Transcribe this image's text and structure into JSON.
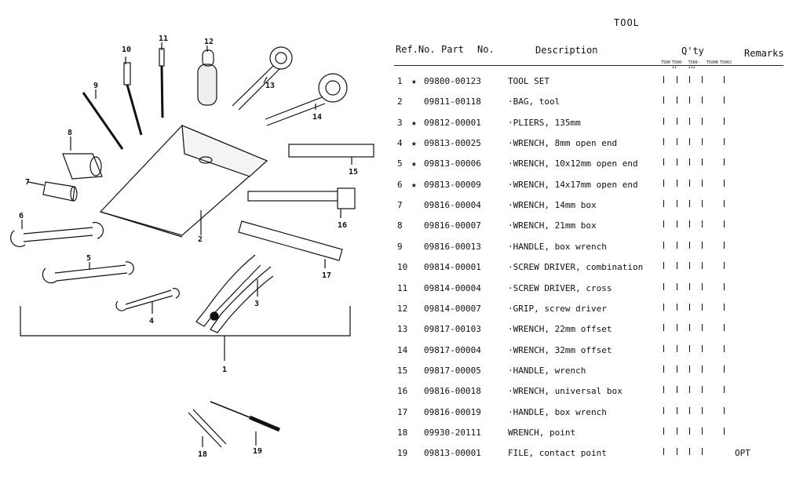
{
  "page": {
    "title": "TOOL"
  },
  "table": {
    "headers": {
      "ref": "Ref.No.",
      "part": "Part",
      "no": "No.",
      "description": "Description",
      "qty": "Q'ty",
      "remarks": "Remarks"
    },
    "models": [
      "T500",
      "T500-II",
      "T500-III",
      "T500R",
      "T500J"
    ],
    "rows": [
      {
        "ref": "1",
        "star": "★",
        "part": "09800-00123",
        "desc": "TOOL SET",
        "qty": [
          1,
          1,
          1,
          1,
          1
        ],
        "remarks": ""
      },
      {
        "ref": "2",
        "star": "",
        "part": "09811-00118",
        "desc": "·BAG, tool",
        "qty": [
          1,
          1,
          1,
          1,
          1
        ],
        "remarks": ""
      },
      {
        "ref": "3",
        "star": "★",
        "part": "09812-00001",
        "desc": "·PLIERS, 135mm",
        "qty": [
          1,
          1,
          1,
          1,
          1
        ],
        "remarks": ""
      },
      {
        "ref": "4",
        "star": "★",
        "part": "09813-00025",
        "desc": "·WRENCH, 8mm open end",
        "qty": [
          1,
          1,
          1,
          1,
          1
        ],
        "remarks": ""
      },
      {
        "ref": "5",
        "star": "★",
        "part": "09813-00006",
        "desc": "·WRENCH, 10x12mm open end",
        "qty": [
          1,
          1,
          1,
          1,
          1
        ],
        "remarks": ""
      },
      {
        "ref": "6",
        "star": "★",
        "part": "09813-00009",
        "desc": "·WRENCH, 14x17mm open end",
        "qty": [
          1,
          1,
          1,
          1,
          1
        ],
        "remarks": ""
      },
      {
        "ref": "7",
        "star": "",
        "part": "09816-00004",
        "desc": "·WRENCH, 14mm box",
        "qty": [
          1,
          1,
          1,
          1,
          1
        ],
        "remarks": ""
      },
      {
        "ref": "8",
        "star": "",
        "part": "09816-00007",
        "desc": "·WRENCH, 21mm box",
        "qty": [
          1,
          1,
          1,
          1,
          1
        ],
        "remarks": ""
      },
      {
        "ref": "9",
        "star": "",
        "part": "09816-00013",
        "desc": "·HANDLE, box wrench",
        "qty": [
          1,
          1,
          1,
          1,
          1
        ],
        "remarks": ""
      },
      {
        "ref": "10",
        "star": "",
        "part": "09814-00001",
        "desc": "·SCREW DRIVER, combination",
        "qty": [
          1,
          1,
          1,
          1,
          1
        ],
        "remarks": ""
      },
      {
        "ref": "11",
        "star": "",
        "part": "09814-00004",
        "desc": "·SCREW DRIVER, cross",
        "qty": [
          1,
          1,
          1,
          1,
          1
        ],
        "remarks": ""
      },
      {
        "ref": "12",
        "star": "",
        "part": "09814-00007",
        "desc": "·GRIP, screw driver",
        "qty": [
          1,
          1,
          1,
          1,
          1
        ],
        "remarks": ""
      },
      {
        "ref": "13",
        "star": "",
        "part": "09817-00103",
        "desc": "·WRENCH, 22mm offset",
        "qty": [
          1,
          1,
          1,
          1,
          1
        ],
        "remarks": ""
      },
      {
        "ref": "14",
        "star": "",
        "part": "09817-00004",
        "desc": "·WRENCH, 32mm offset",
        "qty": [
          1,
          1,
          1,
          1,
          1
        ],
        "remarks": ""
      },
      {
        "ref": "15",
        "star": "",
        "part": "09817-00005",
        "desc": "·HANDLE, wrench",
        "qty": [
          1,
          1,
          1,
          1,
          1
        ],
        "remarks": ""
      },
      {
        "ref": "16",
        "star": "",
        "part": "09816-00018",
        "desc": "·WRENCH, universal box",
        "qty": [
          1,
          1,
          1,
          1,
          1
        ],
        "remarks": ""
      },
      {
        "ref": "17",
        "star": "",
        "part": "09816-00019",
        "desc": "·HANDLE, box wrench",
        "qty": [
          1,
          1,
          1,
          1,
          1
        ],
        "remarks": ""
      },
      {
        "ref": "18",
        "star": "",
        "part": "09930-20111",
        "desc": "WRENCH, point",
        "qty": [
          1,
          1,
          1,
          1,
          1
        ],
        "remarks": ""
      },
      {
        "ref": "19",
        "star": "",
        "part": "09813-00001",
        "desc": "FILE, contact point",
        "qty": [
          1,
          1,
          1,
          1,
          0
        ],
        "remarks": "OPT"
      }
    ]
  },
  "illustration": {
    "callouts": [
      "1",
      "2",
      "3",
      "4",
      "5",
      "6",
      "7",
      "8",
      "9",
      "10",
      "11",
      "12",
      "13",
      "14",
      "15",
      "16",
      "17",
      "18",
      "19"
    ]
  }
}
